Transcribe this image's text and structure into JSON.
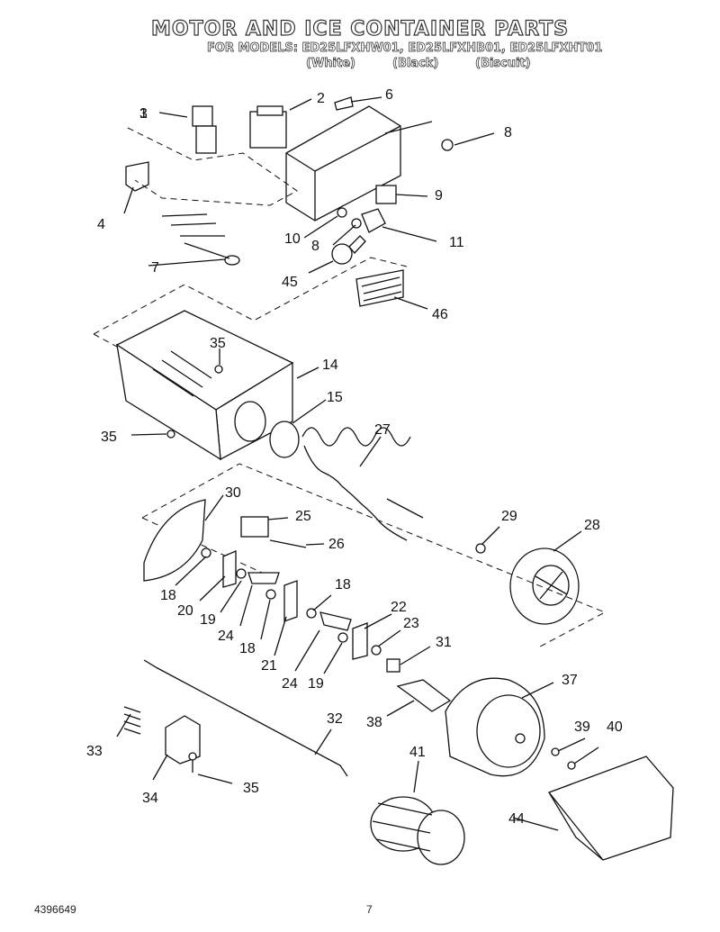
{
  "header": {
    "title": "MOTOR AND ICE CONTAINER PARTS",
    "models": "FOR MODELS: ED25LFXHW01, ED25LFXHB01, ED25LFXHT01",
    "colors": [
      "(White)",
      "(Black)",
      "(Biscuit)"
    ]
  },
  "footer": {
    "doc_number": "4396649",
    "page_number": "7"
  },
  "callouts": [
    "1",
    "2",
    "3",
    "4",
    "6",
    "7",
    "8",
    "8",
    "9",
    "10",
    "11",
    "45",
    "46",
    "35",
    "14",
    "15",
    "27",
    "35",
    "30",
    "25",
    "26",
    "29",
    "28",
    "18",
    "20",
    "19",
    "24",
    "18",
    "21",
    "24",
    "19",
    "18",
    "22",
    "23",
    "31",
    "37",
    "38",
    "32",
    "33",
    "34",
    "35",
    "39",
    "40",
    "41",
    "44"
  ]
}
